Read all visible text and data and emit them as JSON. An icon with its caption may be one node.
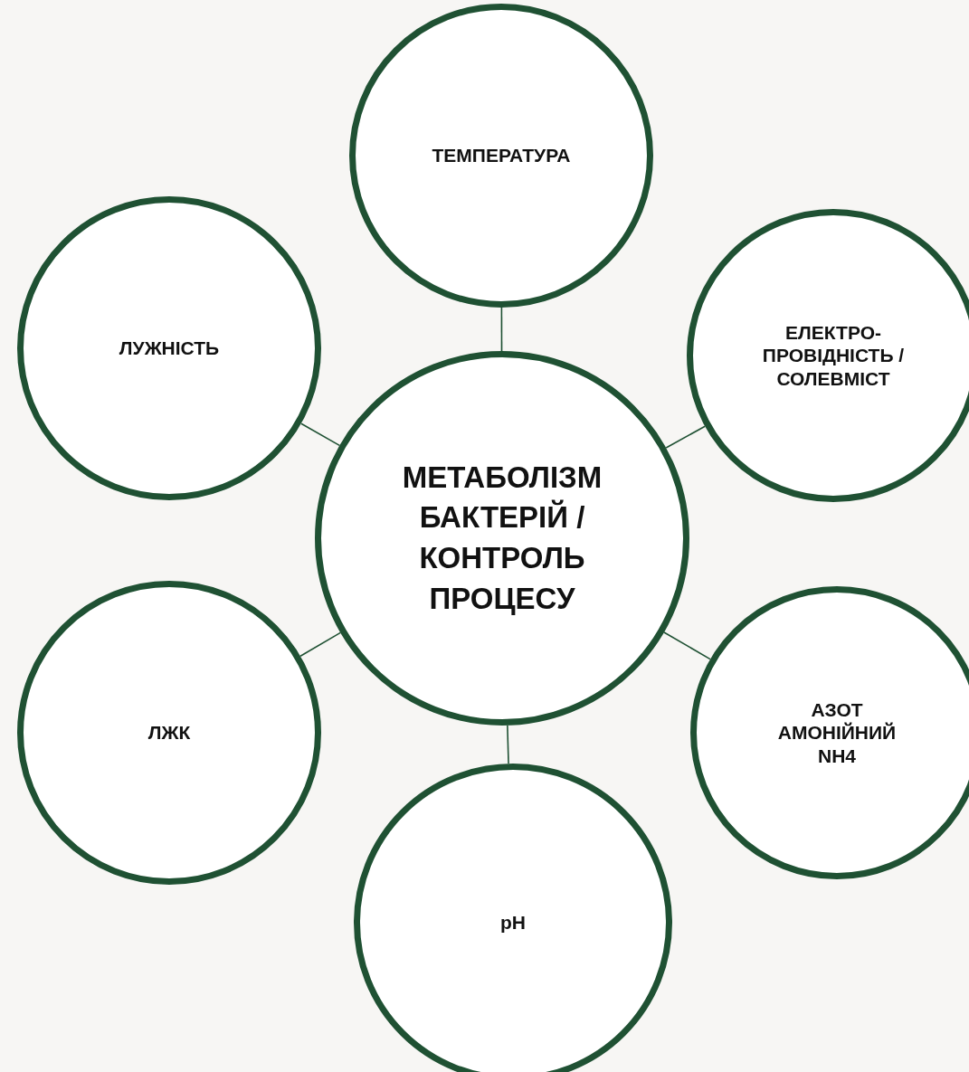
{
  "diagram": {
    "nodes": [
      {
        "text": [
          "ТЕМПЕРАТУРА"
        ]
      },
      {
        "text": [
          "ЛУЖНІСТЬ"
        ]
      },
      {
        "text": [
          "ЕЛЕКТРО- ПРОВІДНІСТЬ / СОЛЕВМІСТ"
        ]
      },
      {
        "text": [
          "МЕТАБОЛІЗМ БАКТЕРІЙ / КОНТРОЛЬ ПРОЦЕСУ"
        ]
      },
      {
        "text": [
          "АЗОТ АМОНІЙНИЙ NH4"
        ]
      },
      {
        "text": [
          "ЛЖК"
        ]
      },
      {
        "text": [
          "pH"
        ]
      }
    ],
    "edges": [
      {
        "from": 3,
        "to": 0,
        "arrow": "none"
      },
      {
        "from": 3,
        "to": 1,
        "arrow": "none"
      },
      {
        "from": 3,
        "to": 2,
        "arrow": "none"
      },
      {
        "from": 3,
        "to": 4,
        "arrow": "none"
      },
      {
        "from": 3,
        "to": 5,
        "arrow": "none"
      },
      {
        "from": 3,
        "to": 6,
        "arrow": "none"
      }
    ]
  }
}
